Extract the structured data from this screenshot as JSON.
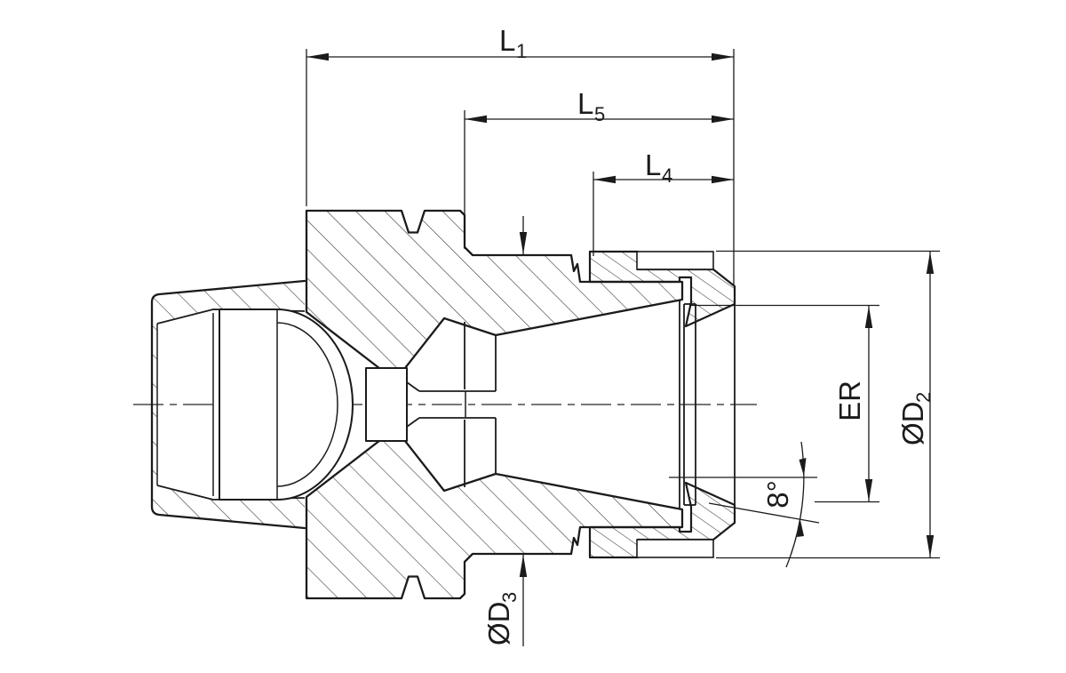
{
  "drawing": {
    "kind": "collet-chuck-cross-section",
    "dimensions": {
      "l1": {
        "base": "L",
        "sub": "1"
      },
      "l5": {
        "base": "L",
        "sub": "5"
      },
      "l4": {
        "base": "L",
        "sub": "4"
      },
      "er": {
        "base": "ER",
        "sub": ""
      },
      "d2": {
        "base": "ØD",
        "sub": "2"
      },
      "d3": {
        "base": "ØD",
        "sub": "3"
      },
      "angle8": {
        "base": "8°",
        "sub": ""
      }
    }
  },
  "colors": {
    "line": "#1b1b1b",
    "background": "#ffffff"
  }
}
